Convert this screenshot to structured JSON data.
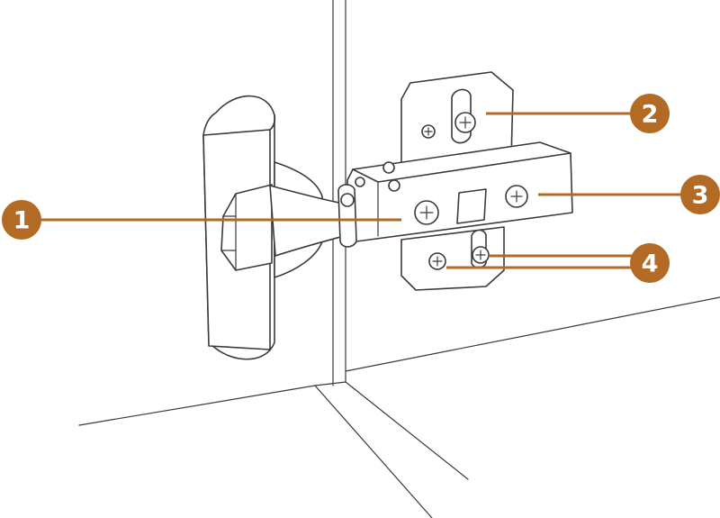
{
  "colors": {
    "callout": "#b36a24",
    "line": "#3a3a3a",
    "background": "#ffffff"
  },
  "callouts": [
    {
      "label": "1",
      "part": "hinge-arm"
    },
    {
      "label": "2",
      "part": "mounting-plate-screw"
    },
    {
      "label": "3",
      "part": "arm-adjustment-screw"
    },
    {
      "label": "4",
      "part": "plate-fixing-screws"
    }
  ]
}
